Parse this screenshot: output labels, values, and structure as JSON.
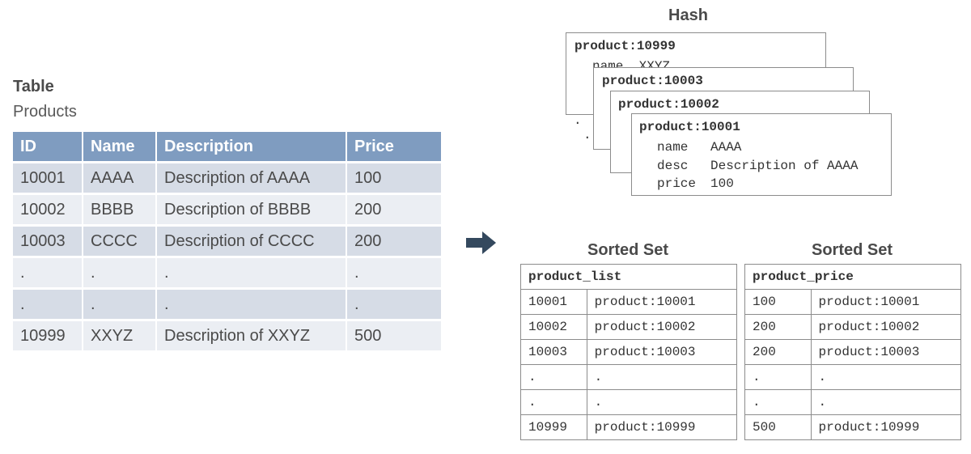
{
  "relational": {
    "title": "Table",
    "table_name": "Products",
    "columns": [
      "ID",
      "Name",
      "Description",
      "Price"
    ],
    "rows": [
      [
        "10001",
        "AAAA",
        "Description of AAAA",
        "100"
      ],
      [
        "10002",
        "BBBB",
        "Description of BBBB",
        "200"
      ],
      [
        "10003",
        "CCCC",
        "Description of CCCC",
        "200"
      ],
      [
        ".",
        ".",
        ".",
        "."
      ],
      [
        ".",
        ".",
        ".",
        "."
      ],
      [
        "10999",
        "XXYZ",
        "Description of XXYZ",
        "500"
      ]
    ]
  },
  "arrow": {
    "icon": "right-arrow-icon"
  },
  "hash": {
    "title": "Hash",
    "cards": [
      {
        "key": "product:10999",
        "field_name_label": "name",
        "field_name_value": "XXYZ"
      },
      {
        "key": "product:10003"
      },
      {
        "key": "product:10002"
      },
      {
        "key": "product:10001",
        "fields": [
          {
            "field": "name",
            "value": "AAAA"
          },
          {
            "field": "desc",
            "value": "Description of AAAA"
          },
          {
            "field": "price",
            "value": "100"
          }
        ]
      }
    ],
    "stack_dots": [
      ".",
      "."
    ]
  },
  "sorted_sets": [
    {
      "title": "Sorted Set",
      "key": "product_list",
      "rows": [
        [
          "10001",
          "product:10001"
        ],
        [
          "10002",
          "product:10002"
        ],
        [
          "10003",
          "product:10003"
        ],
        [
          ".",
          "."
        ],
        [
          ".",
          "."
        ],
        [
          "10999",
          "product:10999"
        ]
      ]
    },
    {
      "title": "Sorted Set",
      "key": "product_price",
      "rows": [
        [
          "100",
          "product:10001"
        ],
        [
          "200",
          "product:10002"
        ],
        [
          "200",
          "product:10003"
        ],
        [
          ".",
          "."
        ],
        [
          ".",
          "."
        ],
        [
          "500",
          "product:10999"
        ]
      ]
    }
  ],
  "colors": {
    "header_bg": "#7f9cc0",
    "row_odd": "#d6dce6",
    "row_even": "#ebeef3",
    "arrow": "#34495e"
  }
}
